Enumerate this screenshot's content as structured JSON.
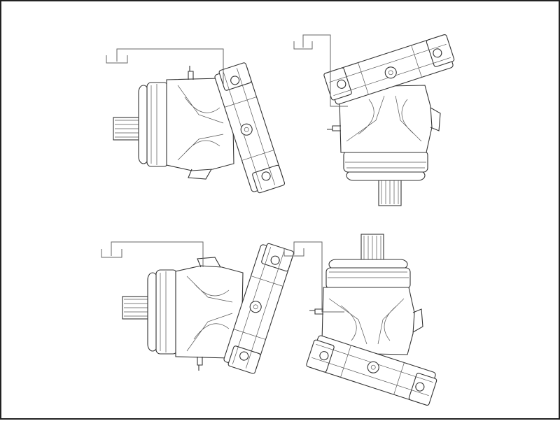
{
  "drawing": {
    "views": [
      {
        "id": "top-left"
      },
      {
        "id": "top-right"
      },
      {
        "id": "bottom-left"
      },
      {
        "id": "bottom-right"
      }
    ],
    "colors": {
      "line": "#333333",
      "background": "#ffffff",
      "border": "#222222"
    }
  }
}
